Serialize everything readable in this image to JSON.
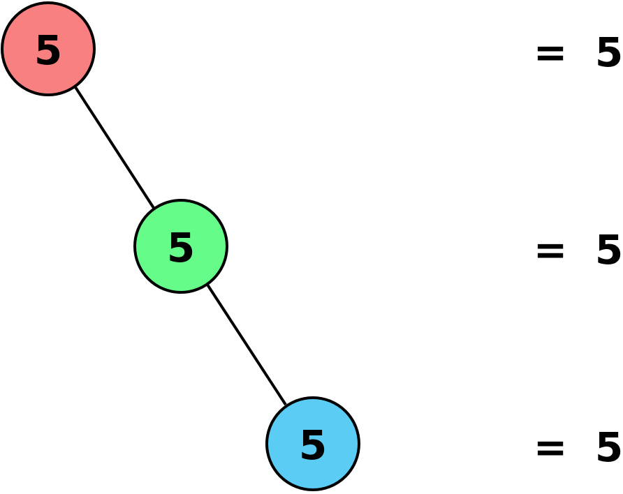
{
  "tree": {
    "nodes": [
      {
        "id": "level-1",
        "label": "5",
        "fill": "#f98080"
      },
      {
        "id": "level-2",
        "label": "5",
        "fill": "#66fc8a"
      },
      {
        "id": "level-3",
        "label": "5",
        "fill": "#5bcdf5"
      }
    ],
    "edges": [
      [
        "level-1",
        "level-2"
      ],
      [
        "level-2",
        "level-3"
      ]
    ]
  },
  "level_sums": [
    {
      "equals": "=",
      "value": "5"
    },
    {
      "equals": "=",
      "value": "5"
    },
    {
      "equals": "=",
      "value": "5"
    }
  ],
  "colors": {
    "stroke": "#000000",
    "text": "#000000",
    "background": "#ffffff"
  }
}
